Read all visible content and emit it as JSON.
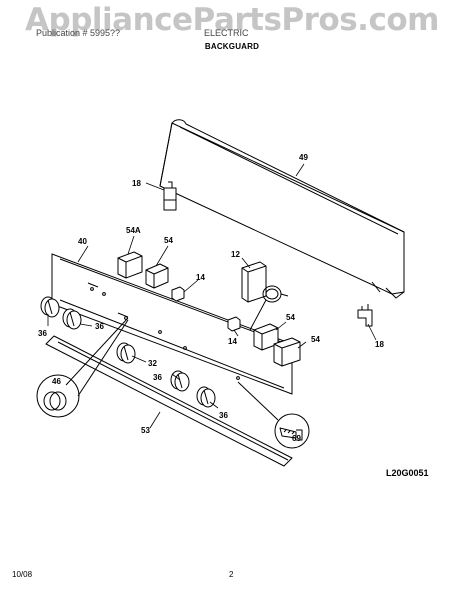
{
  "header": {
    "publication": "Publication # 5995??",
    "model": "ELECTRIC"
  },
  "watermark": "AppliancePartsPros.com",
  "section_title": "BACKGUARD",
  "figure_code": "L20G0051",
  "footer": {
    "date": "10/08",
    "page": "2"
  },
  "part_labels": {
    "p49": "49",
    "p18a": "18",
    "p18b": "18",
    "p40": "40",
    "p54A": "54A",
    "p54a": "54",
    "p54b": "54",
    "p54c": "54",
    "p12": "12",
    "p14a": "14",
    "p14b": "14",
    "p36a": "36",
    "p36b": "36",
    "p36c": "36",
    "p36d": "36",
    "p32": "32",
    "p46": "46",
    "p53": "53",
    "p69": "69"
  }
}
